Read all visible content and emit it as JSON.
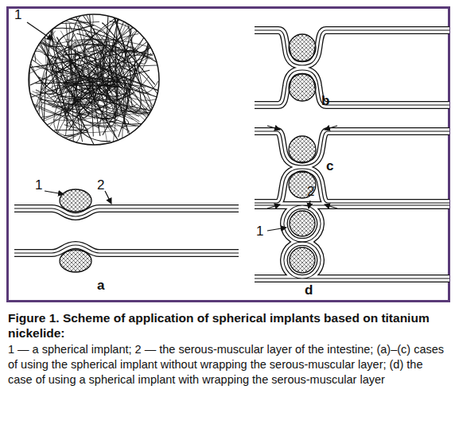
{
  "diagram": {
    "title": "Figure 1. Scheme of application of spherical implants based on titanium nickelide:",
    "caption": "1 — a spherical implant; 2 — the serous-muscular layer of the intestine; (a)–(c) cases of using the spherical implant without wrapping the serous-muscular layer; (d) the case of using a spherical implant with wrapping the serous-muscular layer",
    "labels": [
      "1",
      "b",
      "c",
      "2",
      "1",
      "d",
      "1",
      "2",
      "a"
    ]
  }
}
